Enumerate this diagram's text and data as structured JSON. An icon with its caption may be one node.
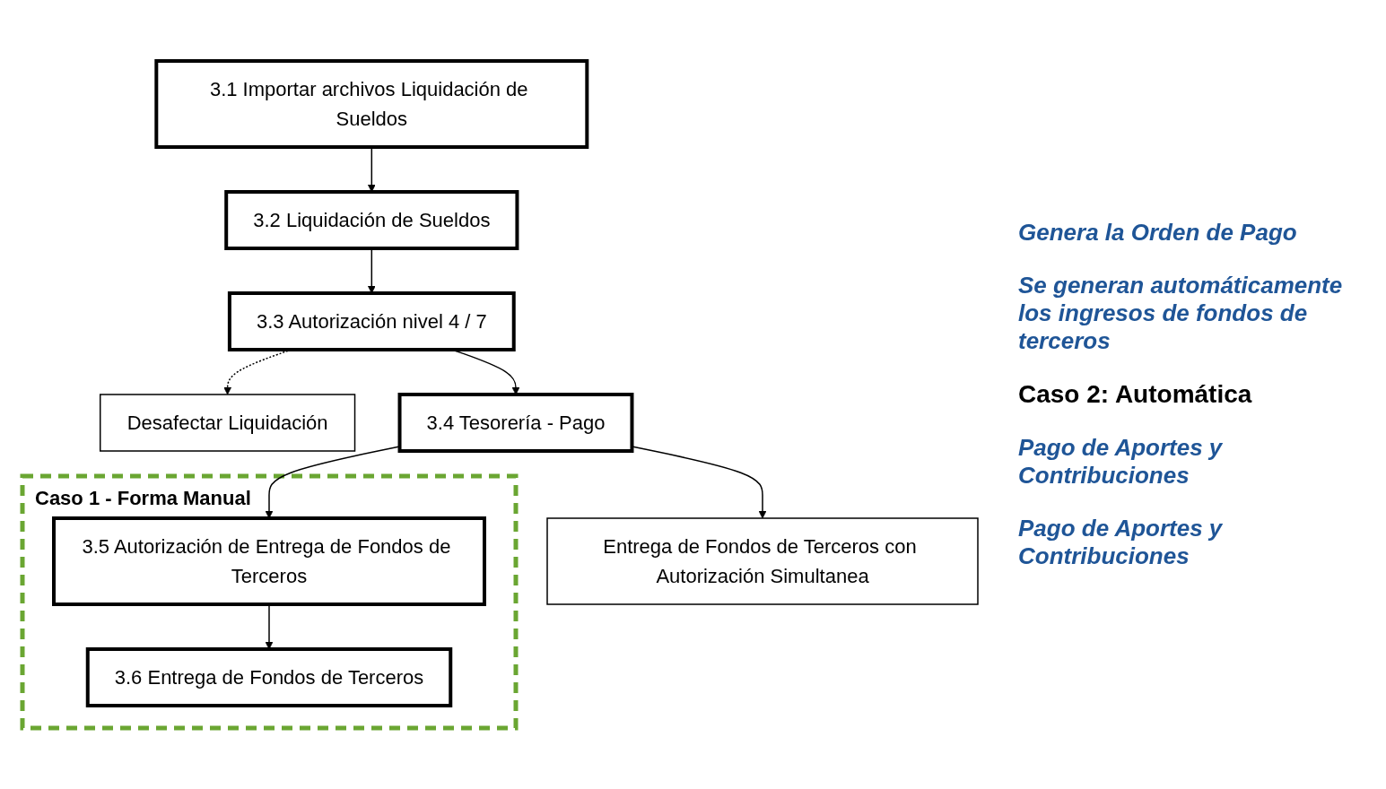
{
  "diagram": {
    "nodes": [
      {
        "text": [
          "3.1 Importar archivos Liquidación de Sueldos"
        ]
      },
      {
        "text": [
          "3.2 Liquidación de Sueldos"
        ]
      },
      {
        "text": [
          "3.3 Autorización nivel 4 / 7"
        ]
      },
      {
        "text": [
          "Desafectar Liquidación"
        ]
      },
      {
        "text": [
          "3.4 Tesorería - Pago"
        ]
      },
      {
        "text": [
          "Caso 1 - Forma Manual"
        ]
      },
      {
        "text": [
          "3.5 Autorización de Entrega de Fondos de Terceros"
        ],
        "in": 5
      },
      {
        "text": [
          "3.6 Entrega de Fondos de Terceros"
        ],
        "in": 5
      },
      {
        "text": [
          "Entrega de Fondos de Terceros con Autorización Simultanea"
        ]
      }
    ],
    "edges": [
      {
        "from": 0,
        "to": 1,
        "arrow": "to"
      },
      {
        "from": 1,
        "to": 2,
        "arrow": "to"
      },
      {
        "from": 2,
        "to": 3,
        "arrow": "to",
        "style": "dashed"
      },
      {
        "from": 2,
        "to": 4,
        "arrow": "to"
      },
      {
        "from": 4,
        "to": 6,
        "arrow": "to"
      },
      {
        "from": 4,
        "to": 8,
        "arrow": "to"
      },
      {
        "from": 6,
        "to": 7,
        "arrow": "to"
      }
    ],
    "labels": [
      "Genera la Orden de Pago",
      "Se generan automáticamente los ingresos de fondos de terceros",
      "Caso 2: Automática",
      "Pago de Aportes y Contribuciones",
      "Pago de Aportes y Contribuciones"
    ]
  }
}
